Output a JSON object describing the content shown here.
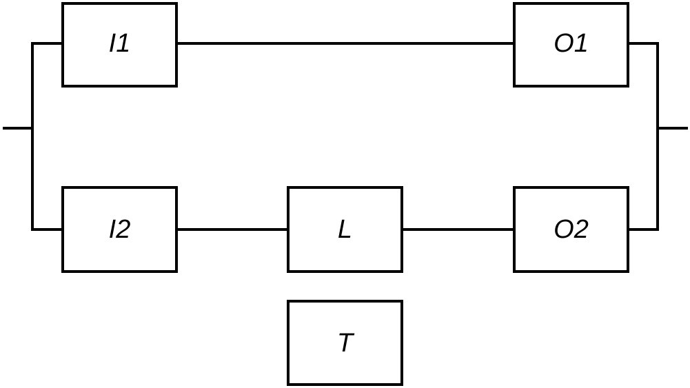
{
  "colors": {
    "stroke": "#000000",
    "background": "#ffffff"
  },
  "blocks": {
    "i1": "I1",
    "o1": "O1",
    "i2": "I2",
    "l": "L",
    "o2": "O2",
    "t": "T"
  }
}
